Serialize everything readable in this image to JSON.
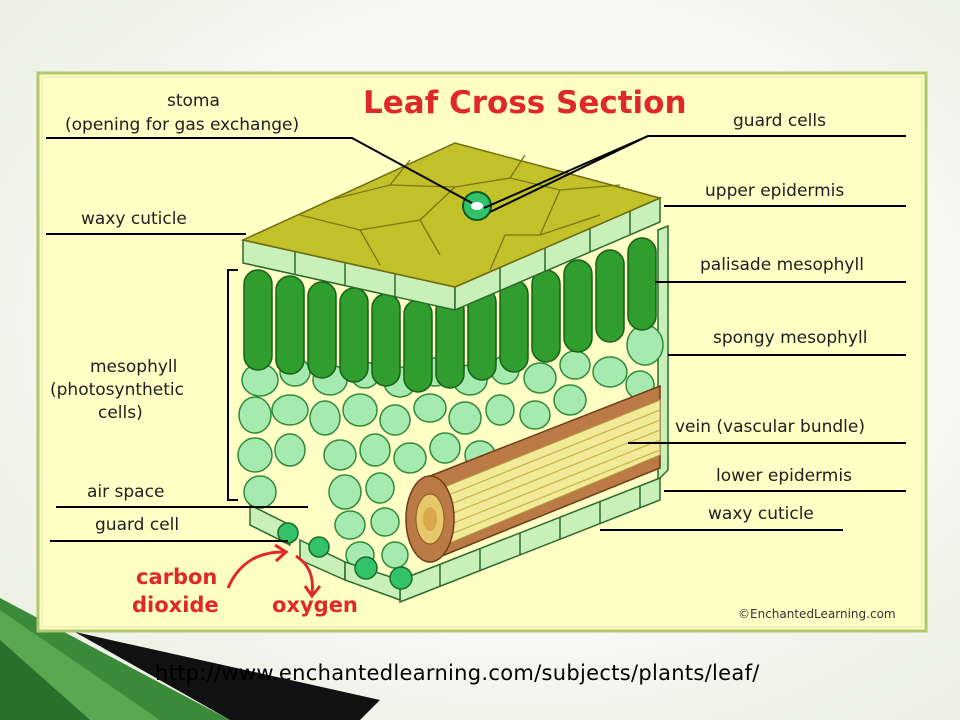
{
  "diagram": {
    "title": "Leaf Cross Section",
    "copyright": "©EnchantedLearning.com",
    "labels": {
      "stoma": "stoma",
      "stoma_note": "(opening for gas exchange)",
      "guard_cells": "guard cells",
      "upper_epidermis": "upper epidermis",
      "waxy_cuticle_top": "waxy cuticle",
      "palisade_mesophyll": "palisade mesophyll",
      "spongy_mesophyll": "spongy mesophyll",
      "mesophyll_1": "mesophyll",
      "mesophyll_2": "(photosynthetic",
      "mesophyll_3": "cells)",
      "vein": "vein (vascular bundle)",
      "lower_epidermis": "lower epidermis",
      "air_space": "air space",
      "waxy_cuticle_bottom": "waxy cuticle",
      "guard_cell": "guard cell",
      "carbon_1": "carbon",
      "carbon_2": "dioxide",
      "oxygen": "oxygen"
    },
    "colors": {
      "panel_bg": "#ffffc6",
      "panel_border": "#adc76d",
      "cuticle": "#c3c12a",
      "epidermis": "#c9f0b8",
      "palisade": "#2f9e2f",
      "spongy": "#a7eab0",
      "guard": "#32c26a",
      "vein_outer": "#bb7a45",
      "vein_inner": "#f1ea98",
      "title": "#e0282c",
      "red_text": "#e0282c"
    }
  },
  "footer": {
    "url": "http://www.enchantedlearning.com/subjects/plants/leaf/"
  }
}
